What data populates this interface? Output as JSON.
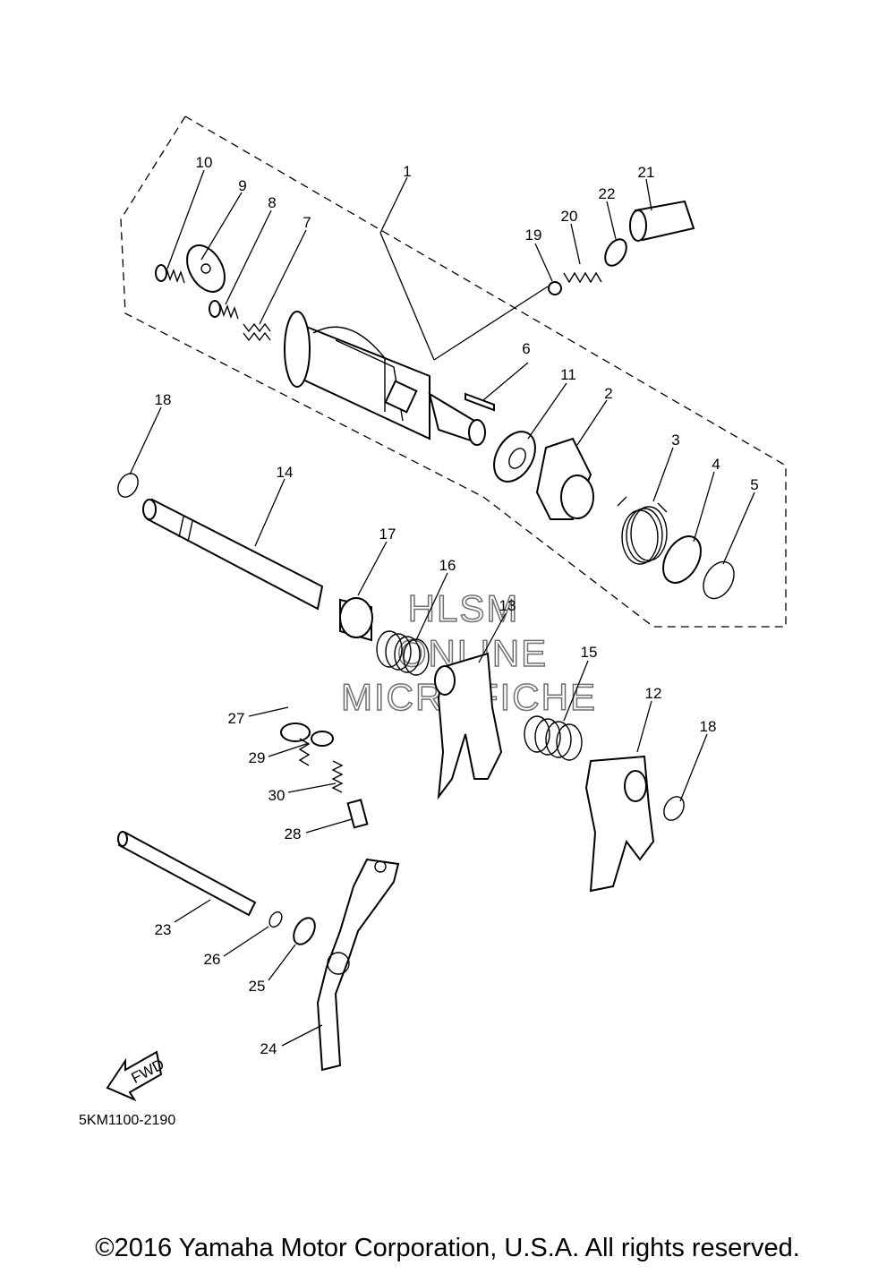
{
  "diagram_code": "5KM1100-2190",
  "copyright": "©2016 Yamaha Motor Corporation, U.S.A. All rights reserved.",
  "watermark": [
    "HLSM",
    "ONLINE",
    "MICROFICHE"
  ],
  "fwd_arrow": "FWD",
  "callouts": [
    "1",
    "2",
    "3",
    "4",
    "5",
    "6",
    "7",
    "8",
    "9",
    "10",
    "11",
    "12",
    "13",
    "14",
    "15",
    "16",
    "17",
    "18",
    "18",
    "19",
    "20",
    "21",
    "22",
    "23",
    "24",
    "25",
    "26",
    "27",
    "28",
    "29",
    "30"
  ]
}
